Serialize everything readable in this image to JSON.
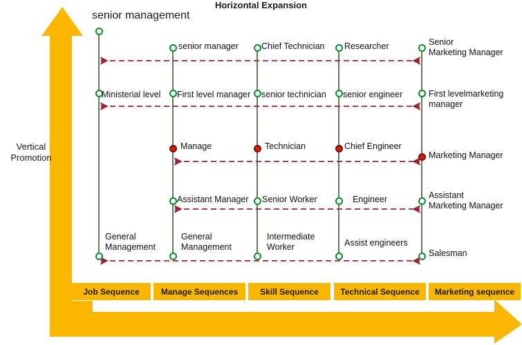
{
  "title": "senior management",
  "axes": {
    "vertical_label": "Vertical\nPromotion",
    "horizontal_label": "Horizontal Expansion",
    "color": "#FBB700"
  },
  "colors": {
    "accent_yellow": "#FBB700",
    "node_hollow_stroke": "#0b8a2b",
    "node_filled_fill": "#d81f06",
    "column_line": "#3a5a34",
    "arrow": "#9b2335",
    "text": "#111111"
  },
  "chart_data": {
    "type": "diagram",
    "title": "senior management",
    "xlabel": "Horizontal Expansion",
    "ylabel": "Vertical Promotion",
    "columns": [
      {
        "index": 1,
        "sequence": "Job Sequence"
      },
      {
        "index": 2,
        "sequence": "Manage Sequences"
      },
      {
        "index": 3,
        "sequence": "Skill Sequence"
      },
      {
        "index": 4,
        "sequence": "Technical Sequence"
      },
      {
        "index": 5,
        "sequence": "Marketing sequence"
      }
    ],
    "levels": [
      {
        "level": 6,
        "nodes": [
          {
            "column": 1,
            "label": "senior management",
            "style": "hollow"
          }
        ]
      },
      {
        "level": 5,
        "nodes": [
          {
            "column": 2,
            "label": "senior manager",
            "style": "hollow"
          },
          {
            "column": 3,
            "label": "Chief Technician",
            "style": "hollow"
          },
          {
            "column": 4,
            "label": "Researcher",
            "style": "hollow"
          },
          {
            "column": 5,
            "label": "Senior\nMarketing Manager",
            "style": "hollow"
          }
        ]
      },
      {
        "level": 4,
        "nodes": [
          {
            "column": 1,
            "label": "Ministerial level",
            "style": "hollow"
          },
          {
            "column": 2,
            "label": "First level manager",
            "style": "hollow"
          },
          {
            "column": 3,
            "label": "senior technician",
            "style": "hollow"
          },
          {
            "column": 4,
            "label": "senior engineer",
            "style": "hollow"
          },
          {
            "column": 5,
            "label": "First levelmarketing\nmanager",
            "style": "hollow"
          }
        ]
      },
      {
        "level": 3,
        "nodes": [
          {
            "column": 2,
            "label": "Manage",
            "style": "filled"
          },
          {
            "column": 3,
            "label": "Technician",
            "style": "filled"
          },
          {
            "column": 4,
            "label": "Chief Engineer",
            "style": "filled"
          },
          {
            "column": 5,
            "label": "Marketing Manager",
            "style": "filled"
          }
        ]
      },
      {
        "level": 2,
        "nodes": [
          {
            "column": 2,
            "label": "Assistant Manager",
            "style": "hollow"
          },
          {
            "column": 3,
            "label": "Senior Worker",
            "style": "hollow"
          },
          {
            "column": 4,
            "label": "Engineer",
            "style": "hollow"
          },
          {
            "column": 5,
            "label": "Assistant\nMarketing Manager",
            "style": "hollow"
          }
        ]
      },
      {
        "level": 1,
        "nodes": [
          {
            "column": 1,
            "label": "General\nManagement",
            "style": "hollow"
          },
          {
            "column": 2,
            "label": "General\nManagement",
            "style": "hollow"
          },
          {
            "column": 3,
            "label": "Intermediate\nWorker",
            "style": "hollow"
          },
          {
            "column": 4,
            "label": "Assist engineers",
            "style": "hollow"
          },
          {
            "column": 5,
            "label": "Salesman",
            "style": "hollow"
          }
        ]
      }
    ],
    "connectors": [
      {
        "level": 5,
        "from_column": 1,
        "to_column": 5,
        "direction": "both"
      },
      {
        "level": 4,
        "from_column": 1,
        "to_column": 5,
        "direction": "both"
      },
      {
        "level": 3,
        "from_column": 2,
        "to_column": 5,
        "direction": "both"
      },
      {
        "level": 2,
        "from_column": 2,
        "to_column": 5,
        "direction": "both"
      },
      {
        "level": 1,
        "from_column": 1,
        "to_column": 5,
        "direction": "both"
      }
    ]
  },
  "nodes": {
    "n_top": "senior management",
    "n_r1_c2": "senior manager",
    "n_r1_c3": "Chief Technician",
    "n_r1_c4": "Researcher",
    "n_r1_c5": "Senior\nMarketing Manager",
    "n_r2_c1": "Ministerial level",
    "n_r2_c2": "First level manager",
    "n_r2_c3": "senior technician",
    "n_r2_c4": "senior engineer",
    "n_r2_c5": "First levelmarketing\nmanager",
    "n_r3_c2": "Manage",
    "n_r3_c3": "Technician",
    "n_r3_c4": "Chief Engineer",
    "n_r3_c5": "Marketing Manager",
    "n_r4_c2": "Assistant Manager",
    "n_r4_c3": "Senior Worker",
    "n_r4_c4": "Engineer",
    "n_r4_c5": "Assistant\nMarketing Manager",
    "n_r5_c1": "General\nManagement",
    "n_r5_c2": "General\nManagement",
    "n_r5_c3": "Intermediate\nWorker",
    "n_r5_c4": "Assist engineers",
    "n_r5_c5": "Salesman"
  },
  "sequences": [
    {
      "label": "Job Sequence"
    },
    {
      "label": "Manage Sequences"
    },
    {
      "label": "Skill Sequence"
    },
    {
      "label": "Technical Sequence"
    },
    {
      "label": "Marketing sequence"
    }
  ]
}
